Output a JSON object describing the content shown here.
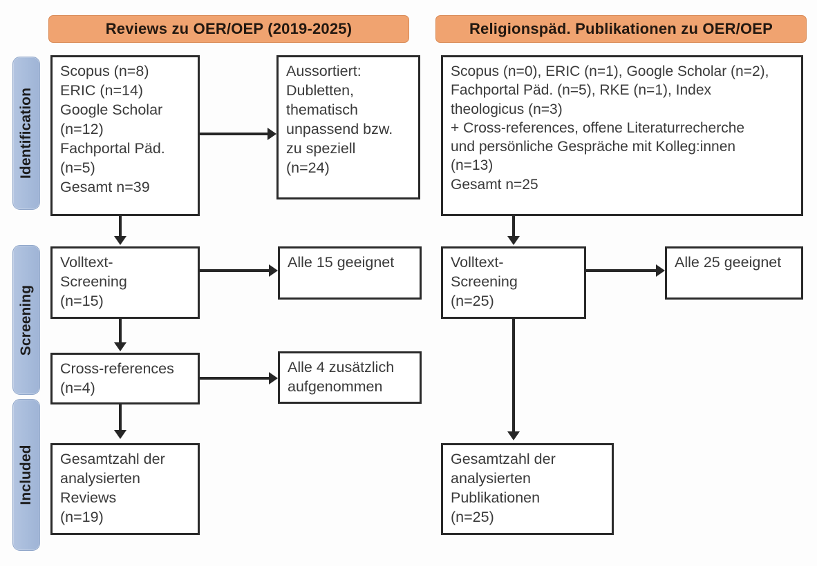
{
  "headers": {
    "left": "Reviews zu OER/OEP (2019-2025)",
    "right": "Religionspäd. Publikationen zu OER/OEP"
  },
  "stages": [
    {
      "label": "Identification"
    },
    {
      "label": "Screening"
    },
    {
      "label": "Included"
    }
  ],
  "left_column": {
    "identification_sources": "Scopus (n=8)\nERIC (n=14)\nGoogle Scholar\n(n=12)\nFachportal Päd.\n(n=5)\nGesamt n=39",
    "excluded": "Aussortiert:\nDubletten,\nthematisch\nunpassend bzw.\nzu speziell\n(n=24)",
    "screening": "Volltext-\nScreening\n(n=15)",
    "screening_result": "Alle 15 geeignet",
    "cross_references": "Cross-references\n(n=4)",
    "cross_references_result": "Alle 4 zusätzlich\naufgenommen",
    "included": "Gesamtzahl der\nanalysierten\nReviews\n(n=19)"
  },
  "right_column": {
    "identification_sources": "Scopus (n=0), ERIC (n=1), Google Scholar (n=2),\nFachportal Päd. (n=5), RKE (n=1), Index\ntheologicus (n=3)\n+ Cross-references, offene Literaturrecherche\nund persönliche Gespräche mit Kolleg:innen\n(n=13)\nGesamt n=25",
    "screening": "Volltext-\nScreening\n(n=25)",
    "screening_result": "Alle 25 geeignet",
    "included": "Gesamtzahl der\nanalysierten\nPublikationen\n(n=25)"
  },
  "colors": {
    "header_pill": "#f0a370",
    "stage_badge": "#a9bddc",
    "box_border": "#2a2a2a",
    "connector": "#262626",
    "text": "#3a3a3a"
  }
}
